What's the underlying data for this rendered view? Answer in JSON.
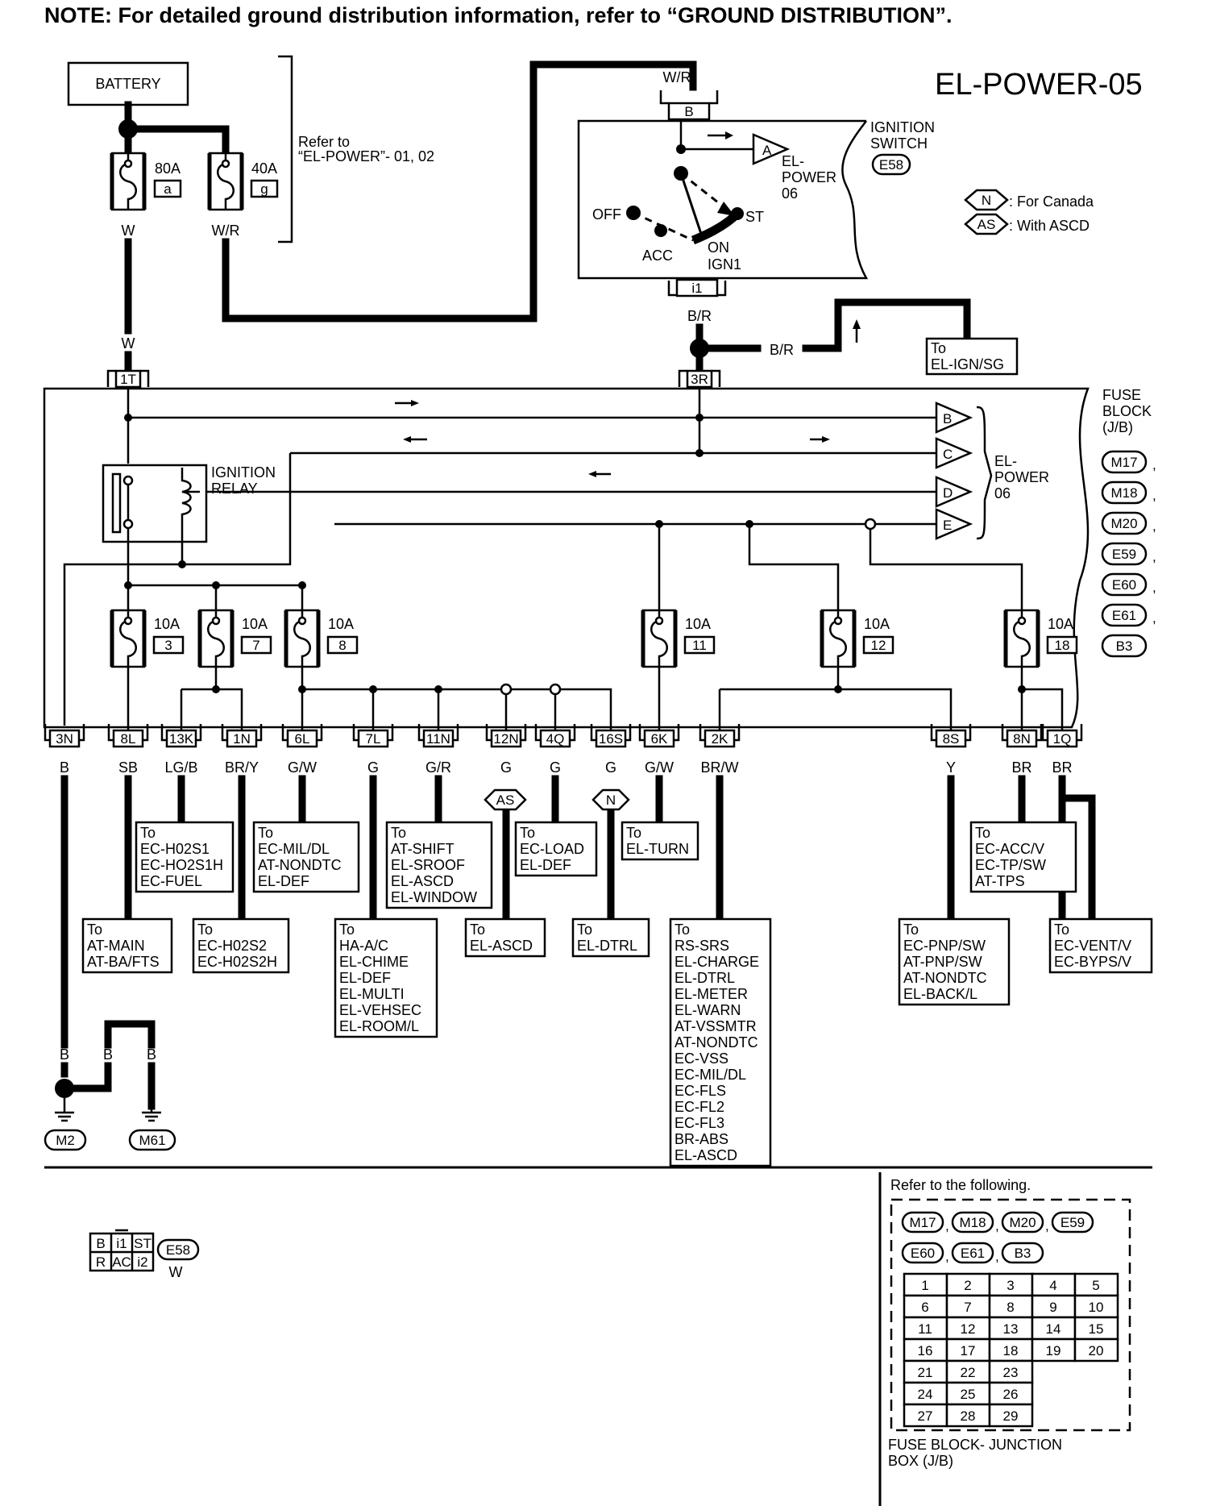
{
  "note": "NOTE: For detailed ground distribution information, refer to “GROUND DISTRIBUTION”.",
  "title": "EL-POWER-05",
  "battery": "BATTERY",
  "refer_note": [
    "Refer to",
    "“EL-POWER”- 01, 02"
  ],
  "fusible_links": [
    {
      "amp": "80A",
      "id": "a",
      "wire": "W"
    },
    {
      "amp": "40A",
      "id": "g",
      "wire": "W/R"
    }
  ],
  "ignition_switch": {
    "label": [
      "IGNITION",
      "SWITCH"
    ],
    "connector": "E58",
    "top_wire": "W/R",
    "top_terminal": "B",
    "bottom_terminal": "i1",
    "bottom_wire": "B/R",
    "positions": [
      "OFF",
      "ACC",
      "ON",
      "IGN1",
      "ST"
    ],
    "output_id": "A",
    "output_ref": [
      "EL-",
      "POWER",
      "06"
    ]
  },
  "legend": [
    {
      "symbol": "N",
      "text": ": For Canada"
    },
    {
      "symbol": "AS",
      "text": ": With ASCD"
    }
  ],
  "br_wire": "B/R",
  "to_el_ign": [
    "To",
    "EL-IGN/SG"
  ],
  "entry_terminals": [
    {
      "id": "1T",
      "wire": "W"
    },
    {
      "id": "3R",
      "wire": ""
    }
  ],
  "fuse_block": {
    "label": [
      "FUSE",
      "BLOCK",
      "(J/B)"
    ],
    "connectors": [
      "M17",
      "M18",
      "M20",
      "E59",
      "E60",
      "E61",
      "B3"
    ]
  },
  "ignition_relay": [
    "IGNITION",
    "RELAY"
  ],
  "outputs": [
    "B",
    "C",
    "D",
    "E"
  ],
  "outputs_ref": [
    "EL-",
    "POWER",
    "06"
  ],
  "fuses": [
    {
      "amp": "10A",
      "no": "3"
    },
    {
      "amp": "10A",
      "no": "7"
    },
    {
      "amp": "10A",
      "no": "8"
    },
    {
      "amp": "10A",
      "no": "11"
    },
    {
      "amp": "10A",
      "no": "12"
    },
    {
      "amp": "10A",
      "no": "18"
    }
  ],
  "terminals": [
    {
      "id": "3N",
      "wire": "B"
    },
    {
      "id": "8L",
      "wire": "SB"
    },
    {
      "id": "13K",
      "wire": "LG/B"
    },
    {
      "id": "1N",
      "wire": "BR/Y"
    },
    {
      "id": "6L",
      "wire": "G/W"
    },
    {
      "id": "7L",
      "wire": "G"
    },
    {
      "id": "11N",
      "wire": "G/R"
    },
    {
      "id": "12N",
      "wire": "G"
    },
    {
      "id": "4Q",
      "wire": "G"
    },
    {
      "id": "16S",
      "wire": "G"
    },
    {
      "id": "6K",
      "wire": "G/W"
    },
    {
      "id": "2K",
      "wire": "BR/W"
    },
    {
      "id": "8S",
      "wire": "Y"
    },
    {
      "id": "8N",
      "wire": "BR"
    },
    {
      "id": "1Q",
      "wire": "BR"
    }
  ],
  "option_marks": {
    "as": "AS",
    "n": "N"
  },
  "destinations": {
    "d13k": [
      "To",
      "EC-H02S1",
      "EC-HO2S1H",
      "EC-FUEL"
    ],
    "d6l": [
      "To",
      "EC-MIL/DL",
      "AT-NONDTC",
      "EL-DEF"
    ],
    "d11n": [
      "To",
      "AT-SHIFT",
      "EL-SROOF",
      "EL-ASCD",
      "EL-WINDOW"
    ],
    "d4q": [
      "To",
      "EC-LOAD",
      "EL-DEF"
    ],
    "d6k": [
      "To",
      "EL-TURN"
    ],
    "d8n": [
      "To",
      "EC-ACC/V",
      "EC-TP/SW",
      "AT-TPS"
    ],
    "d8l": [
      "To",
      "AT-MAIN",
      "AT-BA/FTS"
    ],
    "d1n": [
      "To",
      "EC-H02S2",
      "EC-H02S2H"
    ],
    "d7l": [
      "To",
      "HA-A/C",
      "EL-CHIME",
      "EL-DEF",
      "EL-MULTI",
      "EL-VEHSEC",
      "EL-ROOM/L"
    ],
    "d12n": [
      "To",
      "EL-ASCD"
    ],
    "d16s": [
      "To",
      "EL-DTRL"
    ],
    "d2k": [
      "To",
      "RS-SRS",
      "EL-CHARGE",
      "EL-DTRL",
      "EL-METER",
      "EL-WARN",
      "AT-VSSMTR",
      "AT-NONDTC",
      "EC-VSS",
      "EC-MIL/DL",
      "EC-FLS",
      "EC-FL2",
      "EC-FL3",
      "BR-ABS",
      "EL-ASCD"
    ],
    "d8s": [
      "To",
      "EC-PNP/SW",
      "AT-PNP/SW",
      "AT-NONDTC",
      "EL-BACK/L"
    ],
    "d1q": [
      "To",
      "EC-VENT/V",
      "EC-BYPS/V"
    ]
  },
  "grounds": {
    "wires": [
      "B",
      "B",
      "B"
    ],
    "m2": "M2",
    "m61": "M61"
  },
  "connector_face": {
    "cells": [
      "B",
      "i1",
      "ST",
      "R",
      "AC",
      "i2"
    ],
    "id": "E58",
    "color": "W"
  },
  "junction": {
    "refer": "Refer to the following.",
    "connectors": [
      "M17",
      "M18",
      "M20",
      "E59",
      "E60",
      "E61",
      "B3"
    ],
    "cells": [
      "1",
      "2",
      "3",
      "4",
      "5",
      "6",
      "7",
      "8",
      "9",
      "10",
      "11",
      "12",
      "13",
      "14",
      "15",
      "16",
      "17",
      "18",
      "19",
      "20",
      "21",
      "22",
      "23",
      "24",
      "25",
      "26",
      "27",
      "28",
      "29"
    ],
    "caption": [
      "FUSE BLOCK- JUNCTION",
      "BOX (J/B)"
    ]
  }
}
